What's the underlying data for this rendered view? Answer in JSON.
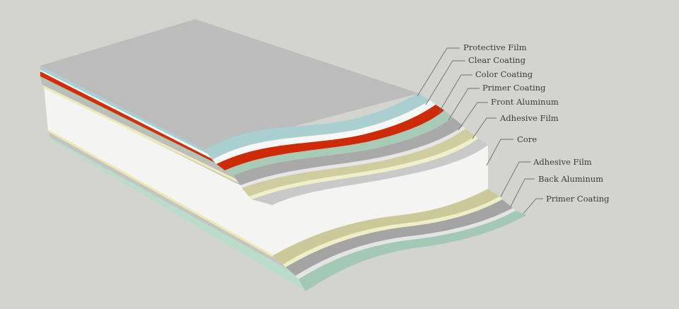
{
  "diagram": {
    "layers": [
      {
        "id": "protective-film",
        "label": "Protective Film",
        "color": "#a9cfd0"
      },
      {
        "id": "clear-coating",
        "label": "Clear Coating",
        "color": "#fbfbf9"
      },
      {
        "id": "color-coating",
        "label": "Color Coating",
        "color": "#d92a0a"
      },
      {
        "id": "primer-coating-front",
        "label": "Primer Coating",
        "color": "#a8cbb6"
      },
      {
        "id": "front-aluminum",
        "label": "Front Aluminum",
        "color": "#b4b4b4"
      },
      {
        "id": "adhesive-film-front",
        "label": "Adhesive Film",
        "color": "#dedab0"
      },
      {
        "id": "core",
        "label": "Core",
        "color": "#f2f2f2"
      },
      {
        "id": "adhesive-film-back",
        "label": "Adhesive Film",
        "color": "#d6d3a8"
      },
      {
        "id": "back-aluminum",
        "label": "Back Aluminum",
        "color": "#b0b0b0"
      },
      {
        "id": "primer-coating-back",
        "label": "Primer Coating",
        "color": "#a3c9b4"
      }
    ],
    "top_surface_color": "#bcbcbc",
    "background_color": "#d4d4cf"
  }
}
